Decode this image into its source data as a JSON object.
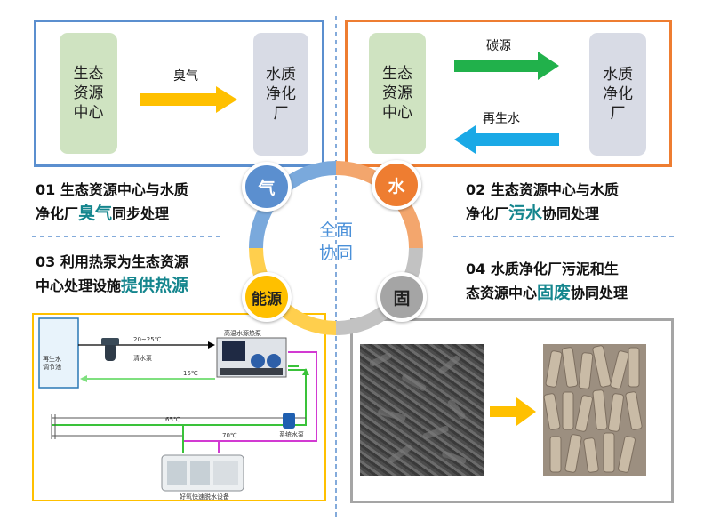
{
  "panel_air": {
    "left_box": "生态\n资源\n中心",
    "right_box": "水质\n净化\n厂",
    "arrow_label": "臭气"
  },
  "panel_water": {
    "left_box": "生态\n资源\n中心",
    "right_box": "水质\n净化\n厂",
    "top_arrow_label": "碳源",
    "bottom_arrow_label": "再生水"
  },
  "captions": {
    "c1_line1": "01 生态资源中心与水质",
    "c1_line2_pre": "净化厂",
    "c1_line2_hl": "臭气",
    "c1_line2_post": "同步处理",
    "c2_line1": "02 生态资源中心与水质",
    "c2_line2_pre": "净化厂",
    "c2_line2_hl": "污水",
    "c2_line2_post": "协同处理",
    "c3_line1": "03 利用热泵为生态资源",
    "c3_line2_pre": "中心处理设施",
    "c3_line2_hl": "提供热源",
    "c4_line1": "04 水质净化厂污泥和生",
    "c4_line2_pre": "态资源中心",
    "c4_line2_hl": "固废",
    "c4_line2_post": "协同处理"
  },
  "ring": {
    "center_line1": "全面",
    "center_line2": "协同",
    "nodes": [
      "气",
      "水",
      "能源",
      "固"
    ],
    "colors": {
      "blue": "#5b8fcf",
      "orange": "#ee7d31",
      "yellow": "#ffc000",
      "gray": "#a5a5a5"
    }
  },
  "heat_diagram": {
    "tank": "再生水\n调节池",
    "temp_supply": "20~25℃",
    "pump_label": "清水泵",
    "heat_pump": "高温水源热泵",
    "temp_return": "15℃",
    "temp_65": "65℃",
    "temp_70": "70℃",
    "circ_pump": "系统水泵",
    "equipment": "好氧快速脱水设备"
  },
  "colors": {
    "blue_panel": "#5b8fcf",
    "orange_panel": "#ee7d31",
    "gray_panel": "#a5a5a5",
    "yellow_frame": "#ffc000",
    "green_arrow": "#21b14b",
    "cyan_arrow": "#1aa9e6",
    "highlight": "#15868e"
  }
}
